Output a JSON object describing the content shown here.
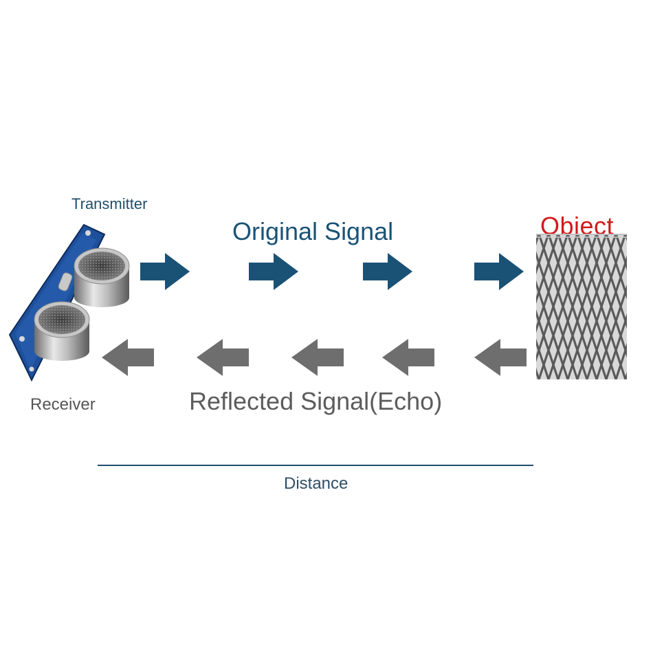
{
  "labels": {
    "transmitter": "Transmitter",
    "receiver": "Receiver",
    "original_signal": "Original Signal",
    "reflected_signal": "Reflected Signal(Echo)",
    "object": "Object",
    "distance": "Distance"
  },
  "colors": {
    "original_arrow": "#1a5276",
    "reflected_arrow": "#6e6e6e",
    "object_text": "#d11a1a",
    "distance_line": "#1f4e6b"
  },
  "icons": {
    "sensor": "ultrasonic-sensor-icon",
    "object": "mesh-object-icon"
  }
}
